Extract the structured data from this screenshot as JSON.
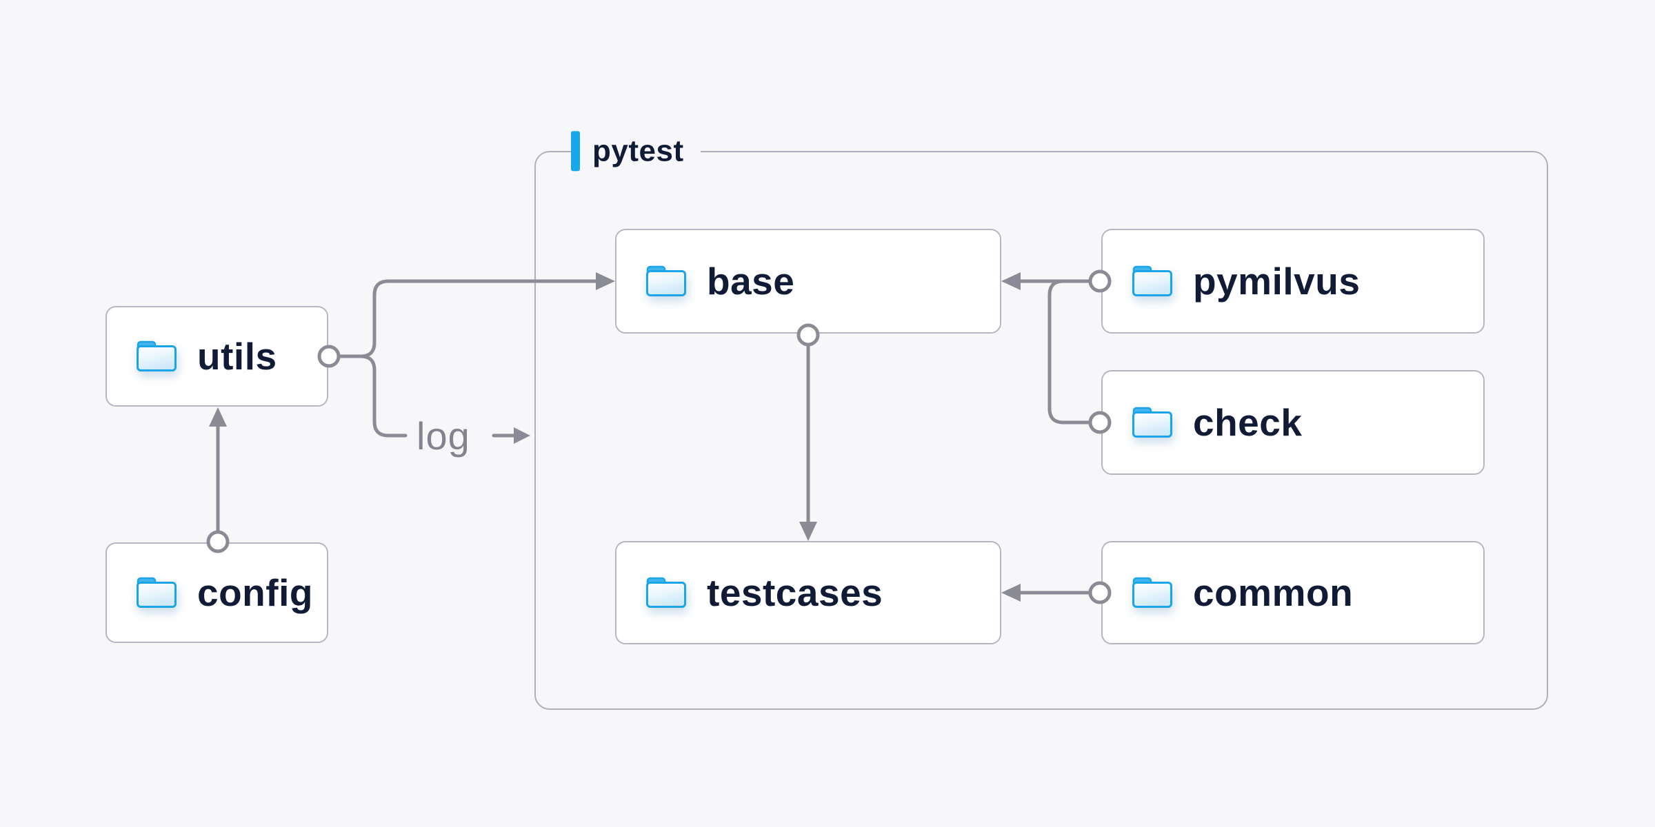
{
  "page": {
    "background": "#f7f7f9"
  },
  "container": {
    "label": "pytest",
    "accent_color": "#18a8ea"
  },
  "nodes": {
    "utils": {
      "label": "utils"
    },
    "config": {
      "label": "config"
    },
    "base": {
      "label": "base"
    },
    "pymilvus": {
      "label": "pymilvus"
    },
    "check": {
      "label": "check"
    },
    "testcases": {
      "label": "testcases"
    },
    "common": {
      "label": "common"
    }
  },
  "edge_labels": {
    "log": "log"
  },
  "edges": [
    {
      "from": "config",
      "to": "utils"
    },
    {
      "from": "utils",
      "to": "base"
    },
    {
      "from": "utils",
      "to": "log-output",
      "label": "log"
    },
    {
      "from": "pymilvus",
      "to": "base"
    },
    {
      "from": "check",
      "to": "base"
    },
    {
      "from": "base",
      "to": "testcases"
    },
    {
      "from": "common",
      "to": "testcases"
    }
  ],
  "colors": {
    "text": "#101b36",
    "line_gray": "#8b8b95",
    "accent_blue": "#18a8ea",
    "folder_blue": "#19a5e8",
    "box_border": "#b6b6c2",
    "container_border": "#b0b0bd",
    "background": "#f7f7f9"
  }
}
